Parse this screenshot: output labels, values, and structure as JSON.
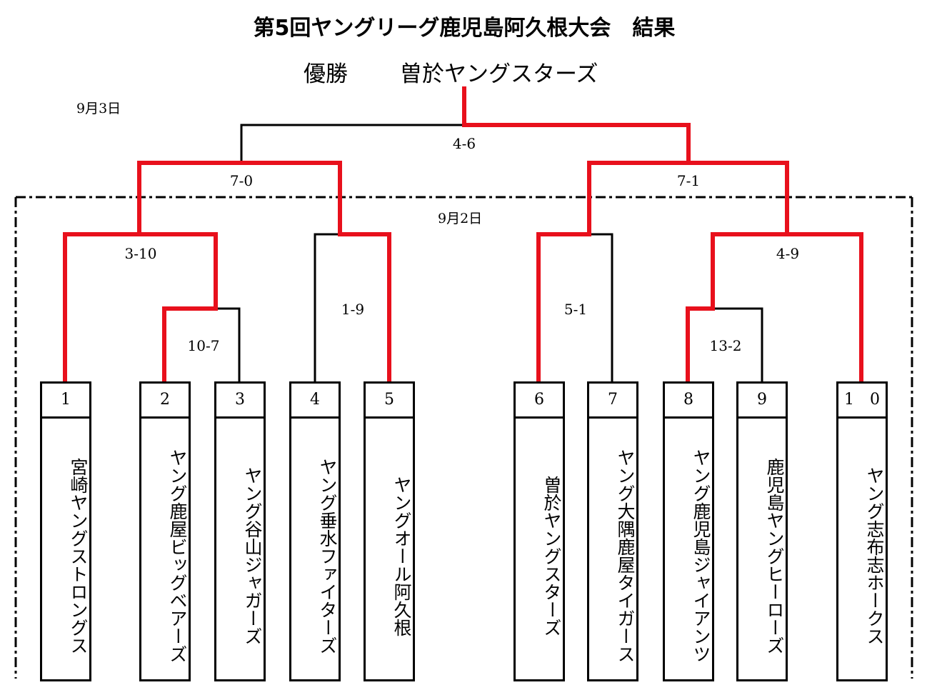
{
  "title": "第5回ヤングリーグ鹿児島阿久根大会　結果",
  "winner": {
    "label": "優勝",
    "team": "曽於ヤングスターズ"
  },
  "dates": {
    "final_day": "9月3日",
    "first_day": "9月2日"
  },
  "scores": {
    "final": "4-6",
    "semi_left": "7-0",
    "semi_right": "7-1",
    "qf_1": "3-10",
    "qf_2": "1-9",
    "qf_3": "5-1",
    "qf_4": "4-9",
    "r1_left": "10-7",
    "r1_right": "13-2"
  },
  "teams": [
    {
      "number": "1",
      "name": "宮崎ヤングストロングス"
    },
    {
      "number": "2",
      "name": "ヤング鹿屋ビッグベアーズ"
    },
    {
      "number": "3",
      "name": "ヤング谷山ジャガーズ"
    },
    {
      "number": "4",
      "name": "ヤング垂水ファイターズ"
    },
    {
      "number": "5",
      "name": "ヤングオール阿久根"
    },
    {
      "number": "6",
      "name": "曽於ヤングスターズ"
    },
    {
      "number": "7",
      "name": "ヤング大隅鹿屋タイガース"
    },
    {
      "number": "8",
      "name": "ヤング鹿児島ジャイアンツ"
    },
    {
      "number": "9",
      "name": "鹿児島ヤングヒーローズ"
    },
    {
      "number": "1　0",
      "name": "ヤング志布志ホークス"
    }
  ],
  "colors": {
    "winner_line": "#e8101c",
    "line": "#000000"
  }
}
